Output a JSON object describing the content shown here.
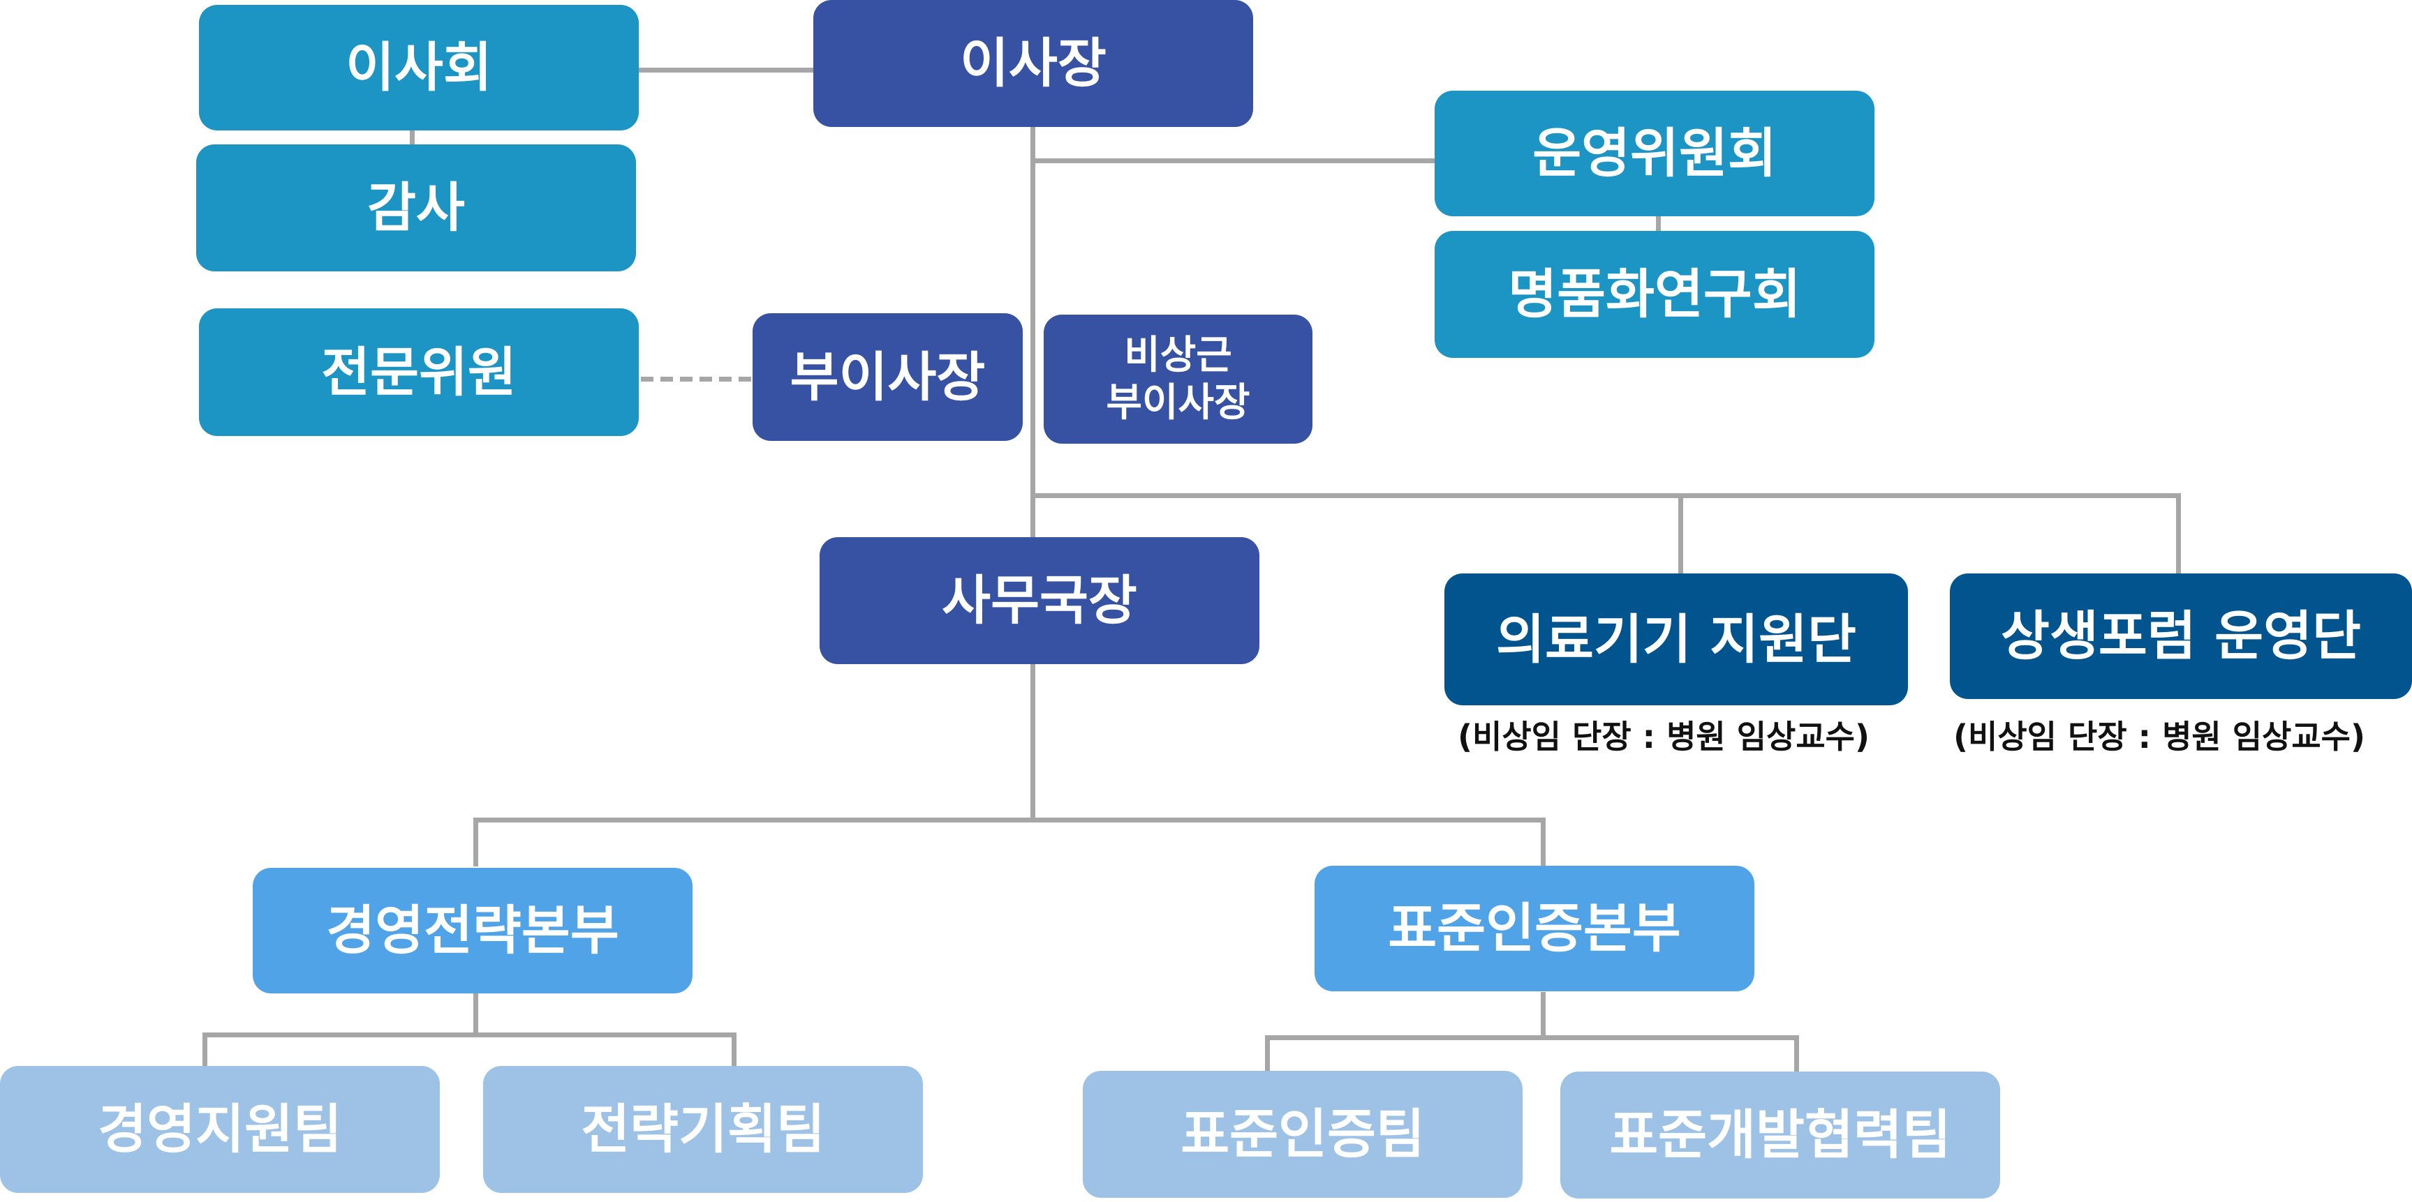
{
  "colors": {
    "executive": "#3752A2",
    "committee": "#1C95C5",
    "special_unit": "#02548F",
    "division": "#51A3E8",
    "team": "#9DC2E6",
    "connector": "#A6A6A6"
  },
  "nodes": {
    "chairman": "이사장",
    "board": "이사회",
    "auditor": "감사",
    "expert_committee": "전문위원",
    "vice_chairman": "부이사장",
    "nonstanding_vice_chairman": "비상근\n부이사장",
    "steering_committee": "운영위원회",
    "premium_research_group": "명품화연구회",
    "secretary_general": "사무국장",
    "medical_device_support_group": "의료기기 지원단",
    "coexistence_forum_group": "상생포럼 운영단",
    "management_strategy_division": "경영전략본부",
    "standard_certification_division": "표준인증본부",
    "management_support_team": "경영지원팀",
    "strategic_planning_team": "전략기획팀",
    "standard_certification_team": "표준인증팀",
    "standard_development_team": "표준개발협력팀"
  },
  "notes": {
    "medical_device_support_group": "(비상임 단장 : 병원 임상교수)",
    "coexistence_forum_group": "(비상임 단장 : 병원 임상교수)"
  }
}
